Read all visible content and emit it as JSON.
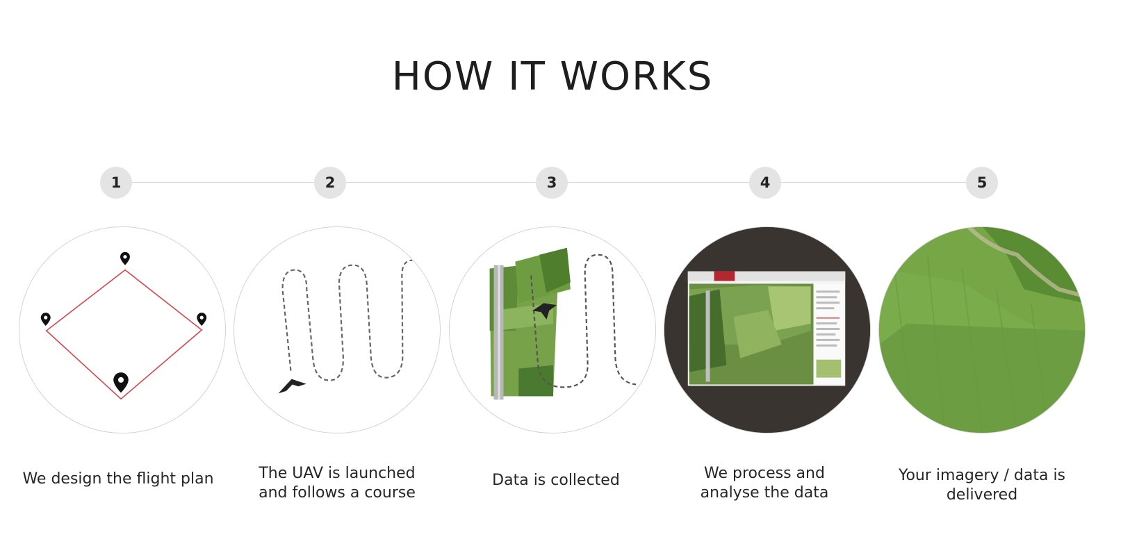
{
  "title": "HOW IT WORKS",
  "steps": [
    {
      "number": "1",
      "caption": "We design the flight plan"
    },
    {
      "number": "2",
      "caption_line1": "The UAV is launched",
      "caption_line2": "and follows a course"
    },
    {
      "number": "3",
      "caption": "Data is collected"
    },
    {
      "number": "4",
      "caption_line1": "We process and",
      "caption_line2": "analyse the data"
    },
    {
      "number": "5",
      "caption_line1": "Your imagery / data is",
      "caption_line2": "delivered"
    }
  ],
  "colors": {
    "flight_plan_line": "#d9434b",
    "number_badge": "#e4e4e4",
    "screen_background": "#3a3431",
    "field_green": "#79a84a"
  },
  "icons": [
    "map-pin-icon",
    "uav-icon"
  ]
}
